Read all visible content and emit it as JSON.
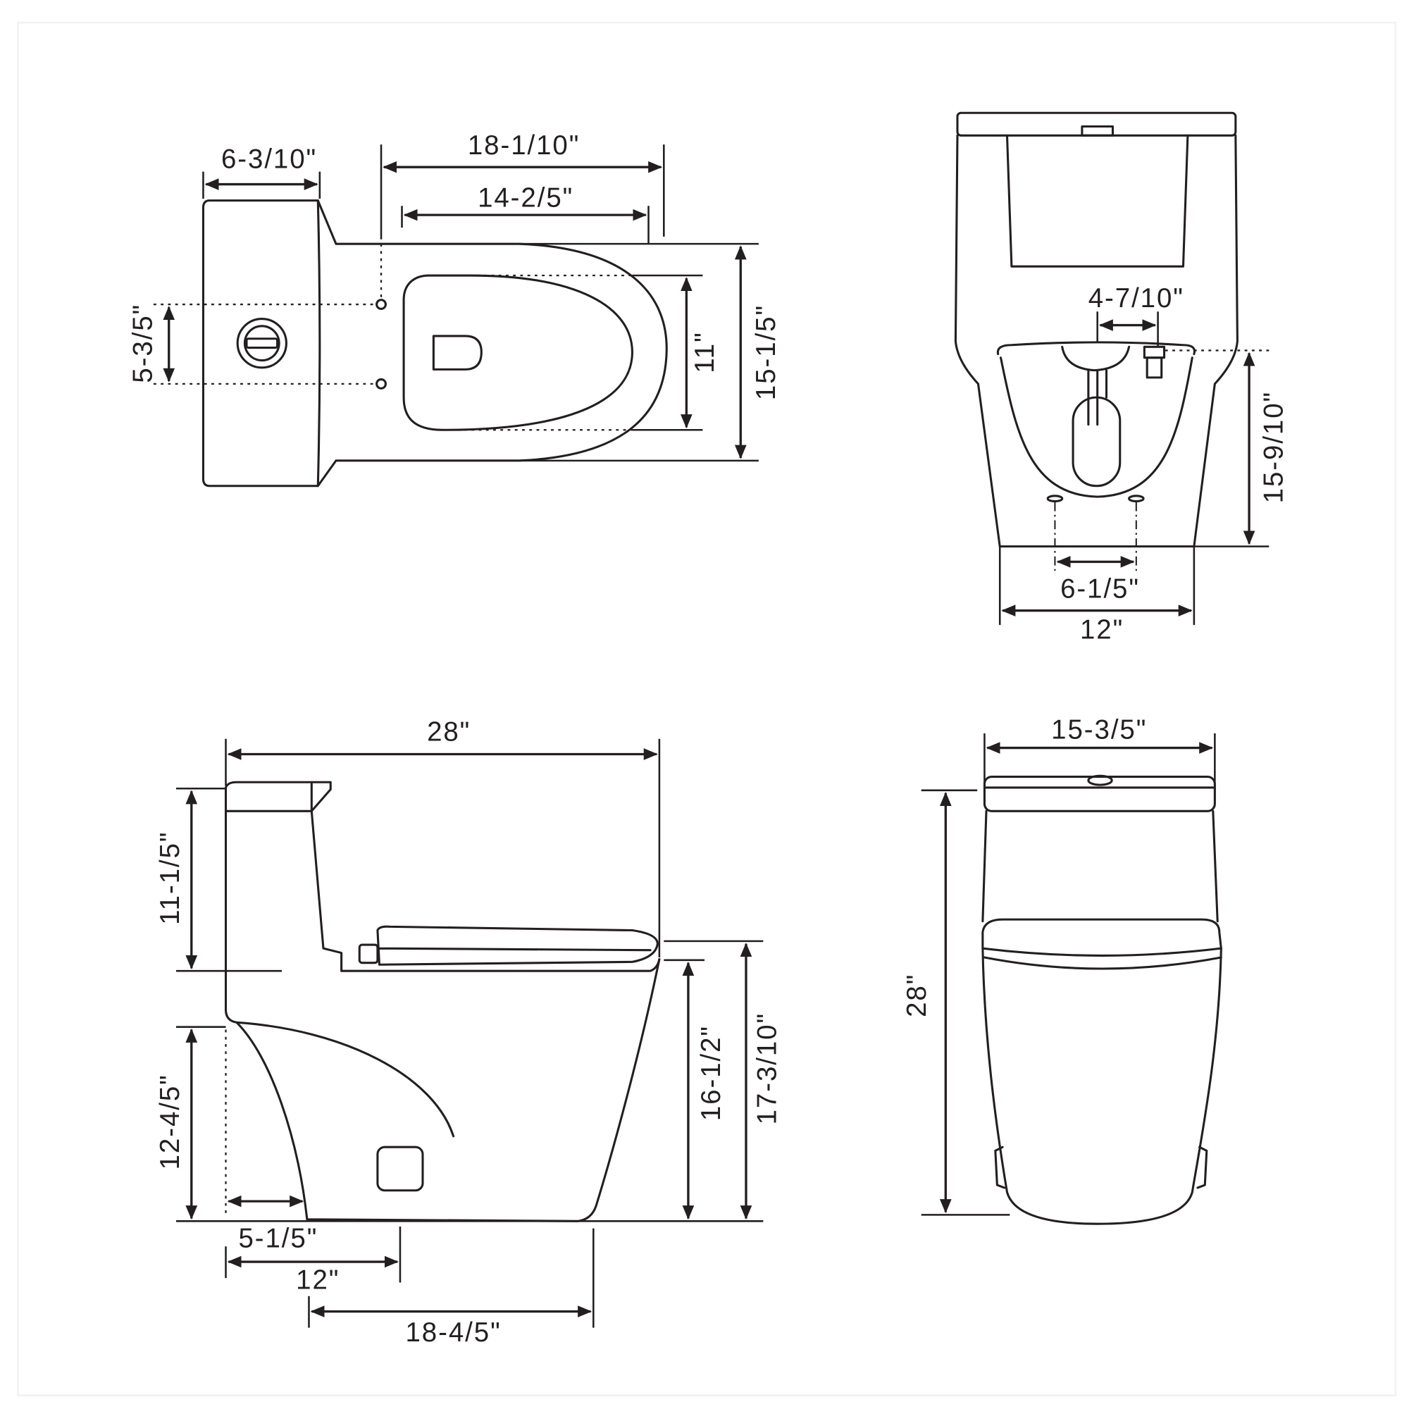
{
  "top_view": {
    "tank_depth": "6-3/10\"",
    "overall_length": "18-1/10\"",
    "seat_length": "14-2/5\"",
    "overall_width": "15-1/5\"",
    "seat_width": "11\"",
    "bolt_spacing": "5-3/5\""
  },
  "rear_view": {
    "supply_offset": "4-7/10\"",
    "supply_height": "15-9/10\"",
    "floor_bolt_spacing": "6-1/5\"",
    "base_width": "12\""
  },
  "side_view": {
    "overall_length": "28\"",
    "tank_height": "11-1/5\"",
    "outlet_height": "12-4/5\"",
    "wall_to_base": "5-1/5\"",
    "rough_in": "12\"",
    "base_length": "18-4/5\"",
    "bowl_height": "16-1/2\"",
    "seat_height": "17-3/10\""
  },
  "front_view": {
    "overall_width": "15-3/5\"",
    "overall_height": "28\""
  },
  "colors": {
    "line": "#231f20",
    "background": "#ffffff"
  }
}
